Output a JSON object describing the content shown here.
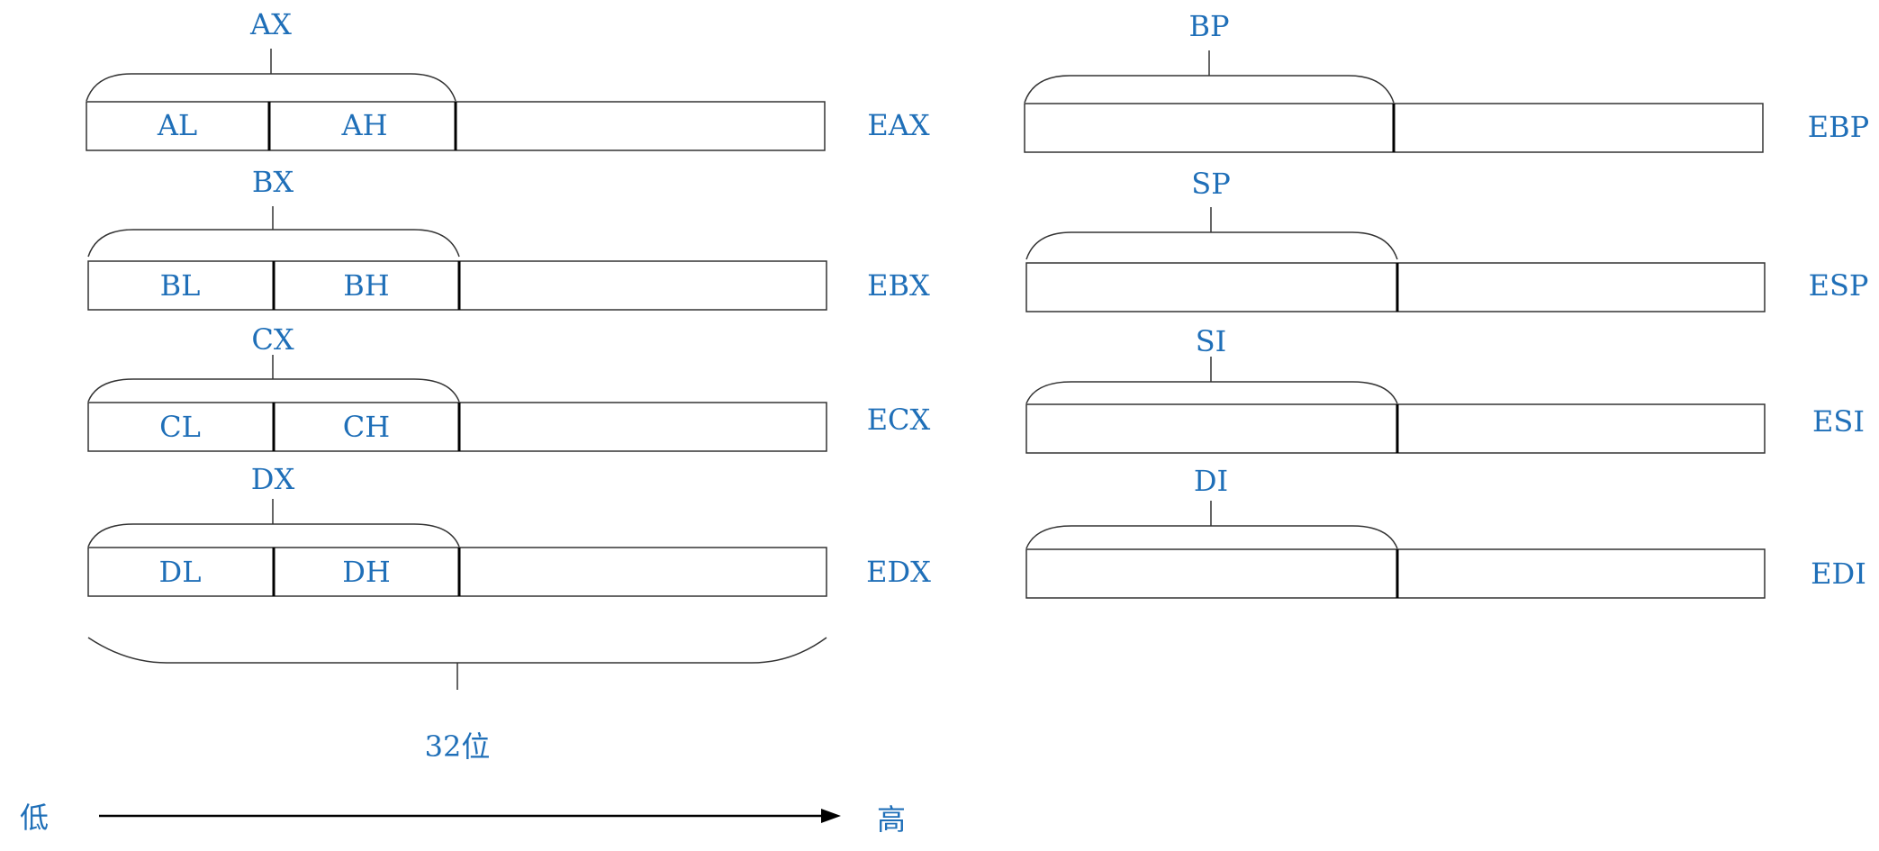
{
  "colors": {
    "text": "#1f6fb8",
    "line": "#333333",
    "arrow": "#000000",
    "background": "#ffffff"
  },
  "left_registers": [
    {
      "name": "EAX",
      "word": "AX",
      "low": "AL",
      "high": "AH"
    },
    {
      "name": "EBX",
      "word": "BX",
      "low": "BL",
      "high": "BH"
    },
    {
      "name": "ECX",
      "word": "CX",
      "low": "CL",
      "high": "CH"
    },
    {
      "name": "EDX",
      "word": "DX",
      "low": "DL",
      "high": "DH"
    }
  ],
  "right_registers": [
    {
      "name": "EBP",
      "word": "BP"
    },
    {
      "name": "ESP",
      "word": "SP"
    },
    {
      "name": "ESI",
      "word": "SI"
    },
    {
      "name": "EDI",
      "word": "DI"
    }
  ],
  "width_label": "32位",
  "direction": {
    "low": "低",
    "high": "高"
  }
}
